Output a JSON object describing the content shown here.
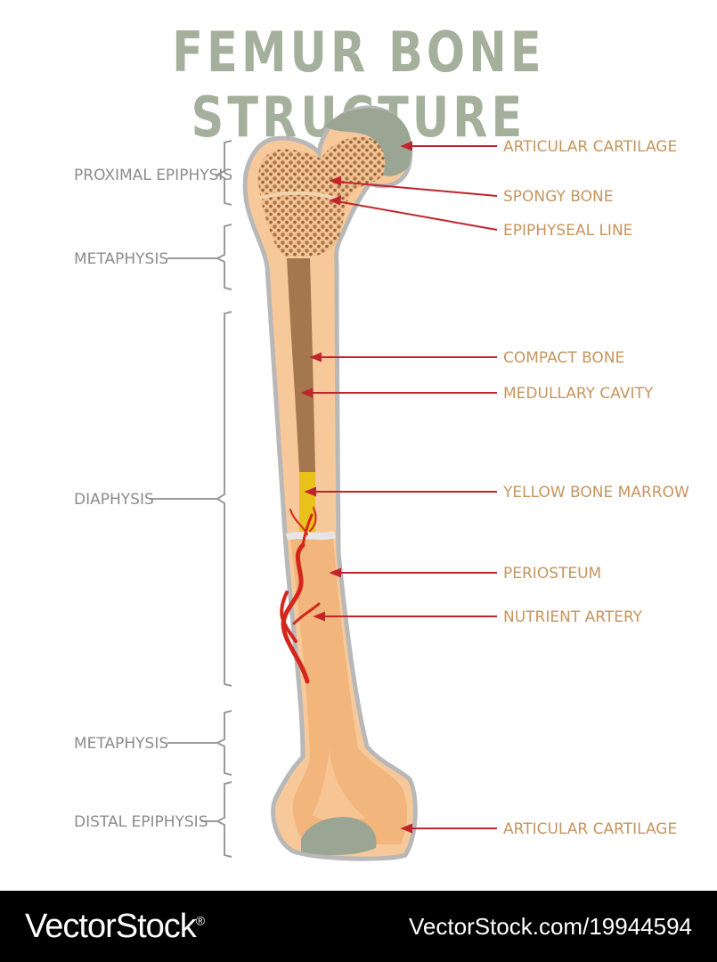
{
  "title": "FEMUR BONE STRUCTURE",
  "colors": {
    "title": "#a4b09b",
    "left_label": "#8c8c8c",
    "right_label": "#c6955e",
    "bracket": "#9a9a9a",
    "arrow": "#c0242c",
    "bone_outline": "#b8b8b8",
    "bone_fill": "#f7c99a",
    "bone_shaft": "#f2b57b",
    "spongy": "#a4774e",
    "cartilage": "#9aa594",
    "marrow": "#e8c21a",
    "artery": "#d4261c",
    "footer_bg": "#000000",
    "footer_text": "#ffffff"
  },
  "left_labels": [
    {
      "key": "proximal_epiphysis",
      "text": "PROXIMAL EPIPHYSIS"
    },
    {
      "key": "metaphysis_top",
      "text": "METAPHYSIS"
    },
    {
      "key": "diaphysis",
      "text": "DIAPHYSIS"
    },
    {
      "key": "metaphysis_bottom",
      "text": "METAPHYSIS"
    },
    {
      "key": "distal_epiphysis",
      "text": "DISTAL EPIPHYSIS"
    }
  ],
  "right_labels": [
    {
      "key": "articular_cartilage_top",
      "text": "ARTICULAR CARTILAGE"
    },
    {
      "key": "spongy_bone",
      "text": "SPONGY BONE"
    },
    {
      "key": "epiphyseal_line",
      "text": "EPIPHYSEAL LINE"
    },
    {
      "key": "compact_bone",
      "text": "COMPACT BONE"
    },
    {
      "key": "medullary_cavity",
      "text": "MEDULLARY CAVITY"
    },
    {
      "key": "yellow_bone_marrow",
      "text": "YELLOW BONE MARROW"
    },
    {
      "key": "periosteum",
      "text": "PERIOSTEUM"
    },
    {
      "key": "nutrient_artery",
      "text": "NUTRIENT ARTERY"
    },
    {
      "key": "articular_cartilage_bottom",
      "text": "ARTICULAR CARTILAGE"
    }
  ],
  "footer": {
    "brand": "VectorStock",
    "registered_mark": "®",
    "url": "VectorStock.com/19944594"
  }
}
